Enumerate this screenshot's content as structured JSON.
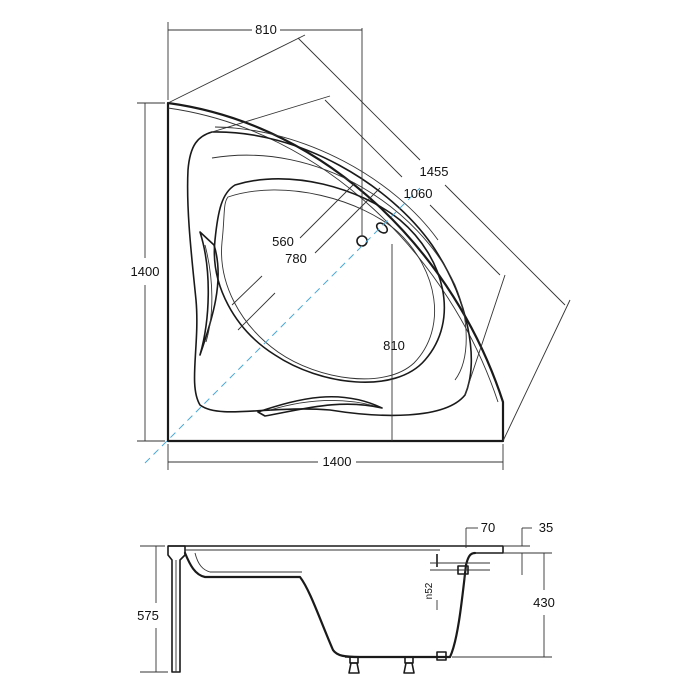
{
  "top_view": {
    "dims": {
      "width_top": "810",
      "diag_outer": "1455",
      "diag_inner": "1060",
      "basin_small": "560",
      "basin_large": "780",
      "height_left": "1400",
      "drain_offset": "810",
      "width_bottom": "1400"
    }
  },
  "side_view": {
    "dims": {
      "rim_width": "70",
      "rim_thickness": "35",
      "total_height": "575",
      "basin_depth": "430",
      "overflow_label": "n52"
    }
  },
  "colors": {
    "line": "#1a1a1a",
    "symmetry_axis": "#4aa8d8"
  }
}
